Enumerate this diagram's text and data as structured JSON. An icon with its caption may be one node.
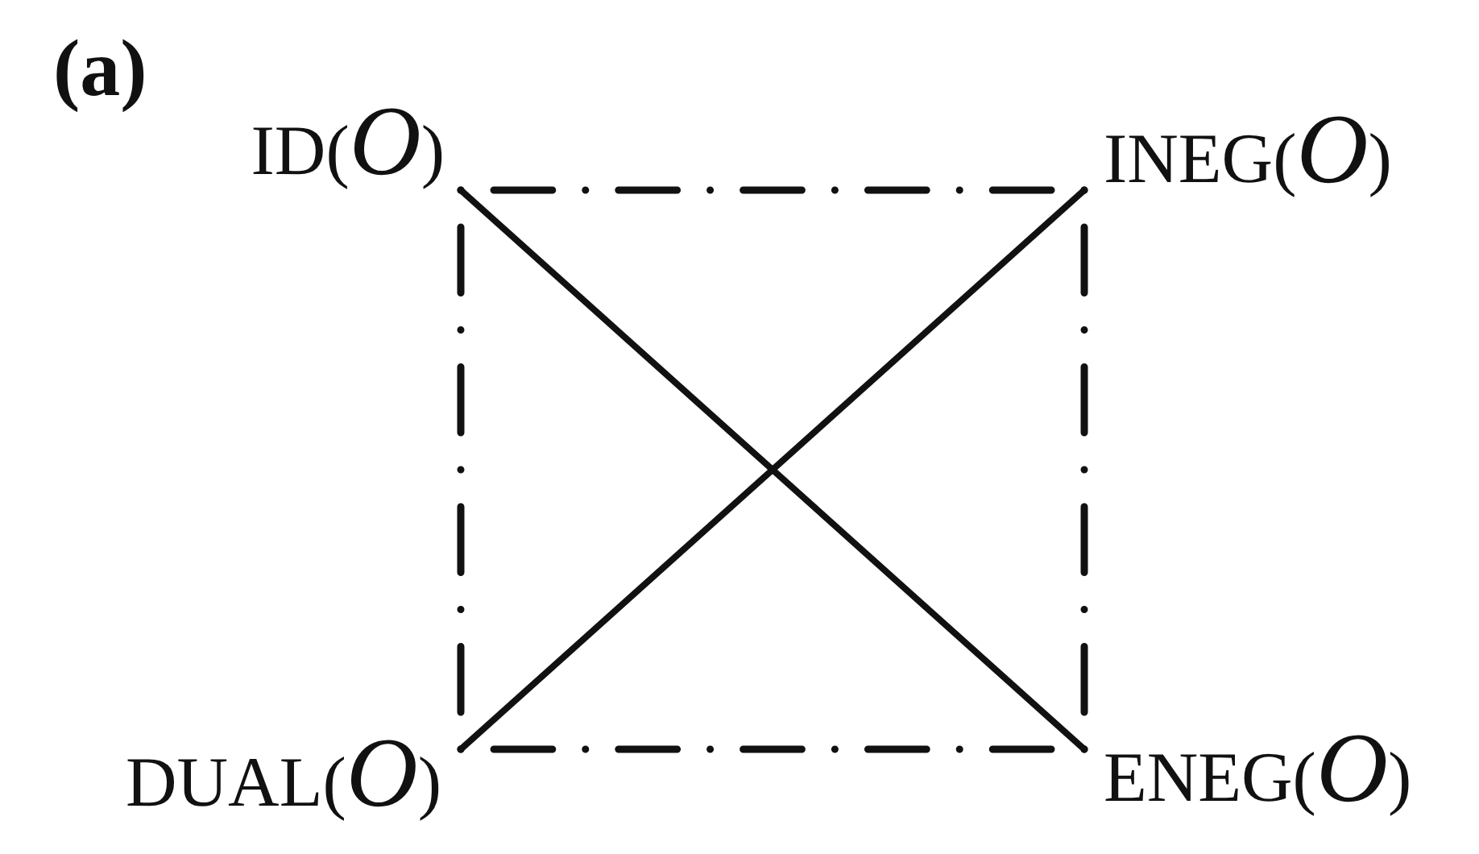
{
  "diagram": {
    "nodes": [
      {
        "text": [
          "ID(*O*)"
        ]
      },
      {
        "text": [
          "INEG(*O*)"
        ]
      },
      {
        "text": [
          "DUAL(*O*)"
        ]
      },
      {
        "text": [
          "ENEG(*O*)"
        ]
      }
    ],
    "edges": [
      {
        "from": 0,
        "to": 1,
        "arrow": "none",
        "style": "dashed"
      },
      {
        "from": 0,
        "to": 2,
        "arrow": "none",
        "style": "dashed"
      },
      {
        "from": 1,
        "to": 3,
        "arrow": "none",
        "style": "dashed"
      },
      {
        "from": 2,
        "to": 3,
        "arrow": "none",
        "style": "dashed"
      },
      {
        "from": 0,
        "to": 3,
        "arrow": "none"
      },
      {
        "from": 1,
        "to": 2,
        "arrow": "none"
      }
    ],
    "labels": [
      "(a)"
    ]
  }
}
